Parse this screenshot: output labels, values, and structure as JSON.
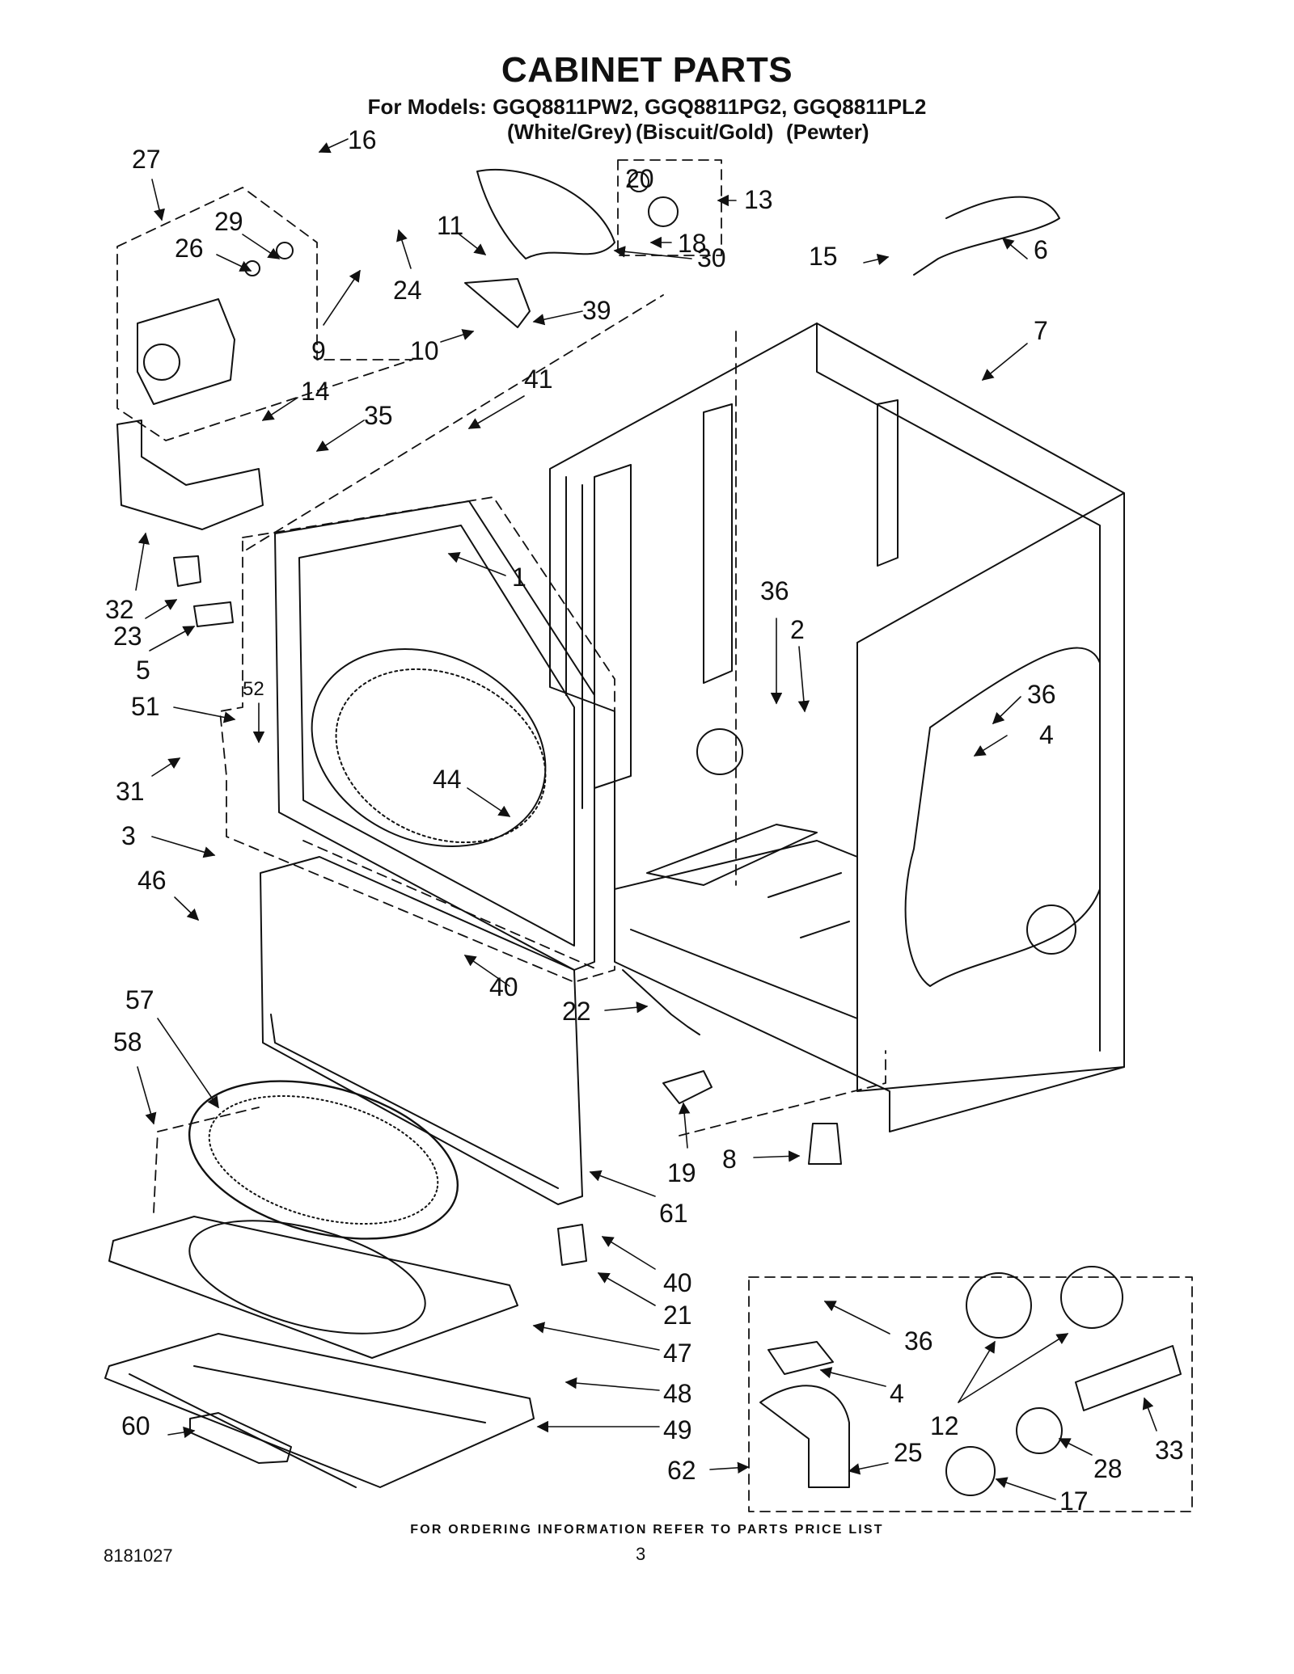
{
  "header": {
    "title": "CABINET PARTS",
    "models": "For Models: GGQ8811PW2, GGQ8811PG2, GGQ8811PL2",
    "colors": [
      "(White/Grey)",
      "(Biscuit/Gold)",
      "(Pewter)"
    ]
  },
  "callouts": [
    {
      "id": "c16",
      "text": "16"
    },
    {
      "id": "c27",
      "text": "27"
    },
    {
      "id": "c29",
      "text": "29"
    },
    {
      "id": "c26",
      "text": "26"
    },
    {
      "id": "c20",
      "text": "20"
    },
    {
      "id": "c13",
      "text": "13"
    },
    {
      "id": "c11",
      "text": "11"
    },
    {
      "id": "c18",
      "text": "18"
    },
    {
      "id": "c24",
      "text": "24"
    },
    {
      "id": "c30",
      "text": "30"
    },
    {
      "id": "c15",
      "text": "15"
    },
    {
      "id": "c6",
      "text": "6"
    },
    {
      "id": "c39",
      "text": "39"
    },
    {
      "id": "c9",
      "text": "9"
    },
    {
      "id": "c10",
      "text": "10"
    },
    {
      "id": "c7",
      "text": "7"
    },
    {
      "id": "c41",
      "text": "41"
    },
    {
      "id": "c14",
      "text": "14"
    },
    {
      "id": "c35",
      "text": "35"
    },
    {
      "id": "c1",
      "text": "1"
    },
    {
      "id": "c32",
      "text": "32"
    },
    {
      "id": "c23",
      "text": "23"
    },
    {
      "id": "c36a",
      "text": "36"
    },
    {
      "id": "c2",
      "text": "2"
    },
    {
      "id": "c5",
      "text": "5"
    },
    {
      "id": "c52",
      "text": "52"
    },
    {
      "id": "c36b",
      "text": "36"
    },
    {
      "id": "c51",
      "text": "51"
    },
    {
      "id": "c4a",
      "text": "4"
    },
    {
      "id": "c44",
      "text": "44"
    },
    {
      "id": "c31",
      "text": "31"
    },
    {
      "id": "c3",
      "text": "3"
    },
    {
      "id": "c46",
      "text": "46"
    },
    {
      "id": "c40a",
      "text": "40"
    },
    {
      "id": "c22",
      "text": "22"
    },
    {
      "id": "c57",
      "text": "57"
    },
    {
      "id": "c58",
      "text": "58"
    },
    {
      "id": "c8",
      "text": "8"
    },
    {
      "id": "c19",
      "text": "19"
    },
    {
      "id": "c61",
      "text": "61"
    },
    {
      "id": "c40b",
      "text": "40"
    },
    {
      "id": "c21",
      "text": "21"
    },
    {
      "id": "c36c",
      "text": "36"
    },
    {
      "id": "c47",
      "text": "47"
    },
    {
      "id": "c48",
      "text": "48"
    },
    {
      "id": "c4b",
      "text": "4"
    },
    {
      "id": "c49",
      "text": "49"
    },
    {
      "id": "c12",
      "text": "12"
    },
    {
      "id": "c60",
      "text": "60"
    },
    {
      "id": "c33",
      "text": "33"
    },
    {
      "id": "c25",
      "text": "25"
    },
    {
      "id": "c62",
      "text": "62"
    },
    {
      "id": "c28",
      "text": "28"
    },
    {
      "id": "c17",
      "text": "17"
    }
  ],
  "footer": {
    "ordering_note": "FOR ORDERING INFORMATION REFER TO PARTS PRICE LIST",
    "doc_number": "8181027",
    "page_number": "3"
  }
}
